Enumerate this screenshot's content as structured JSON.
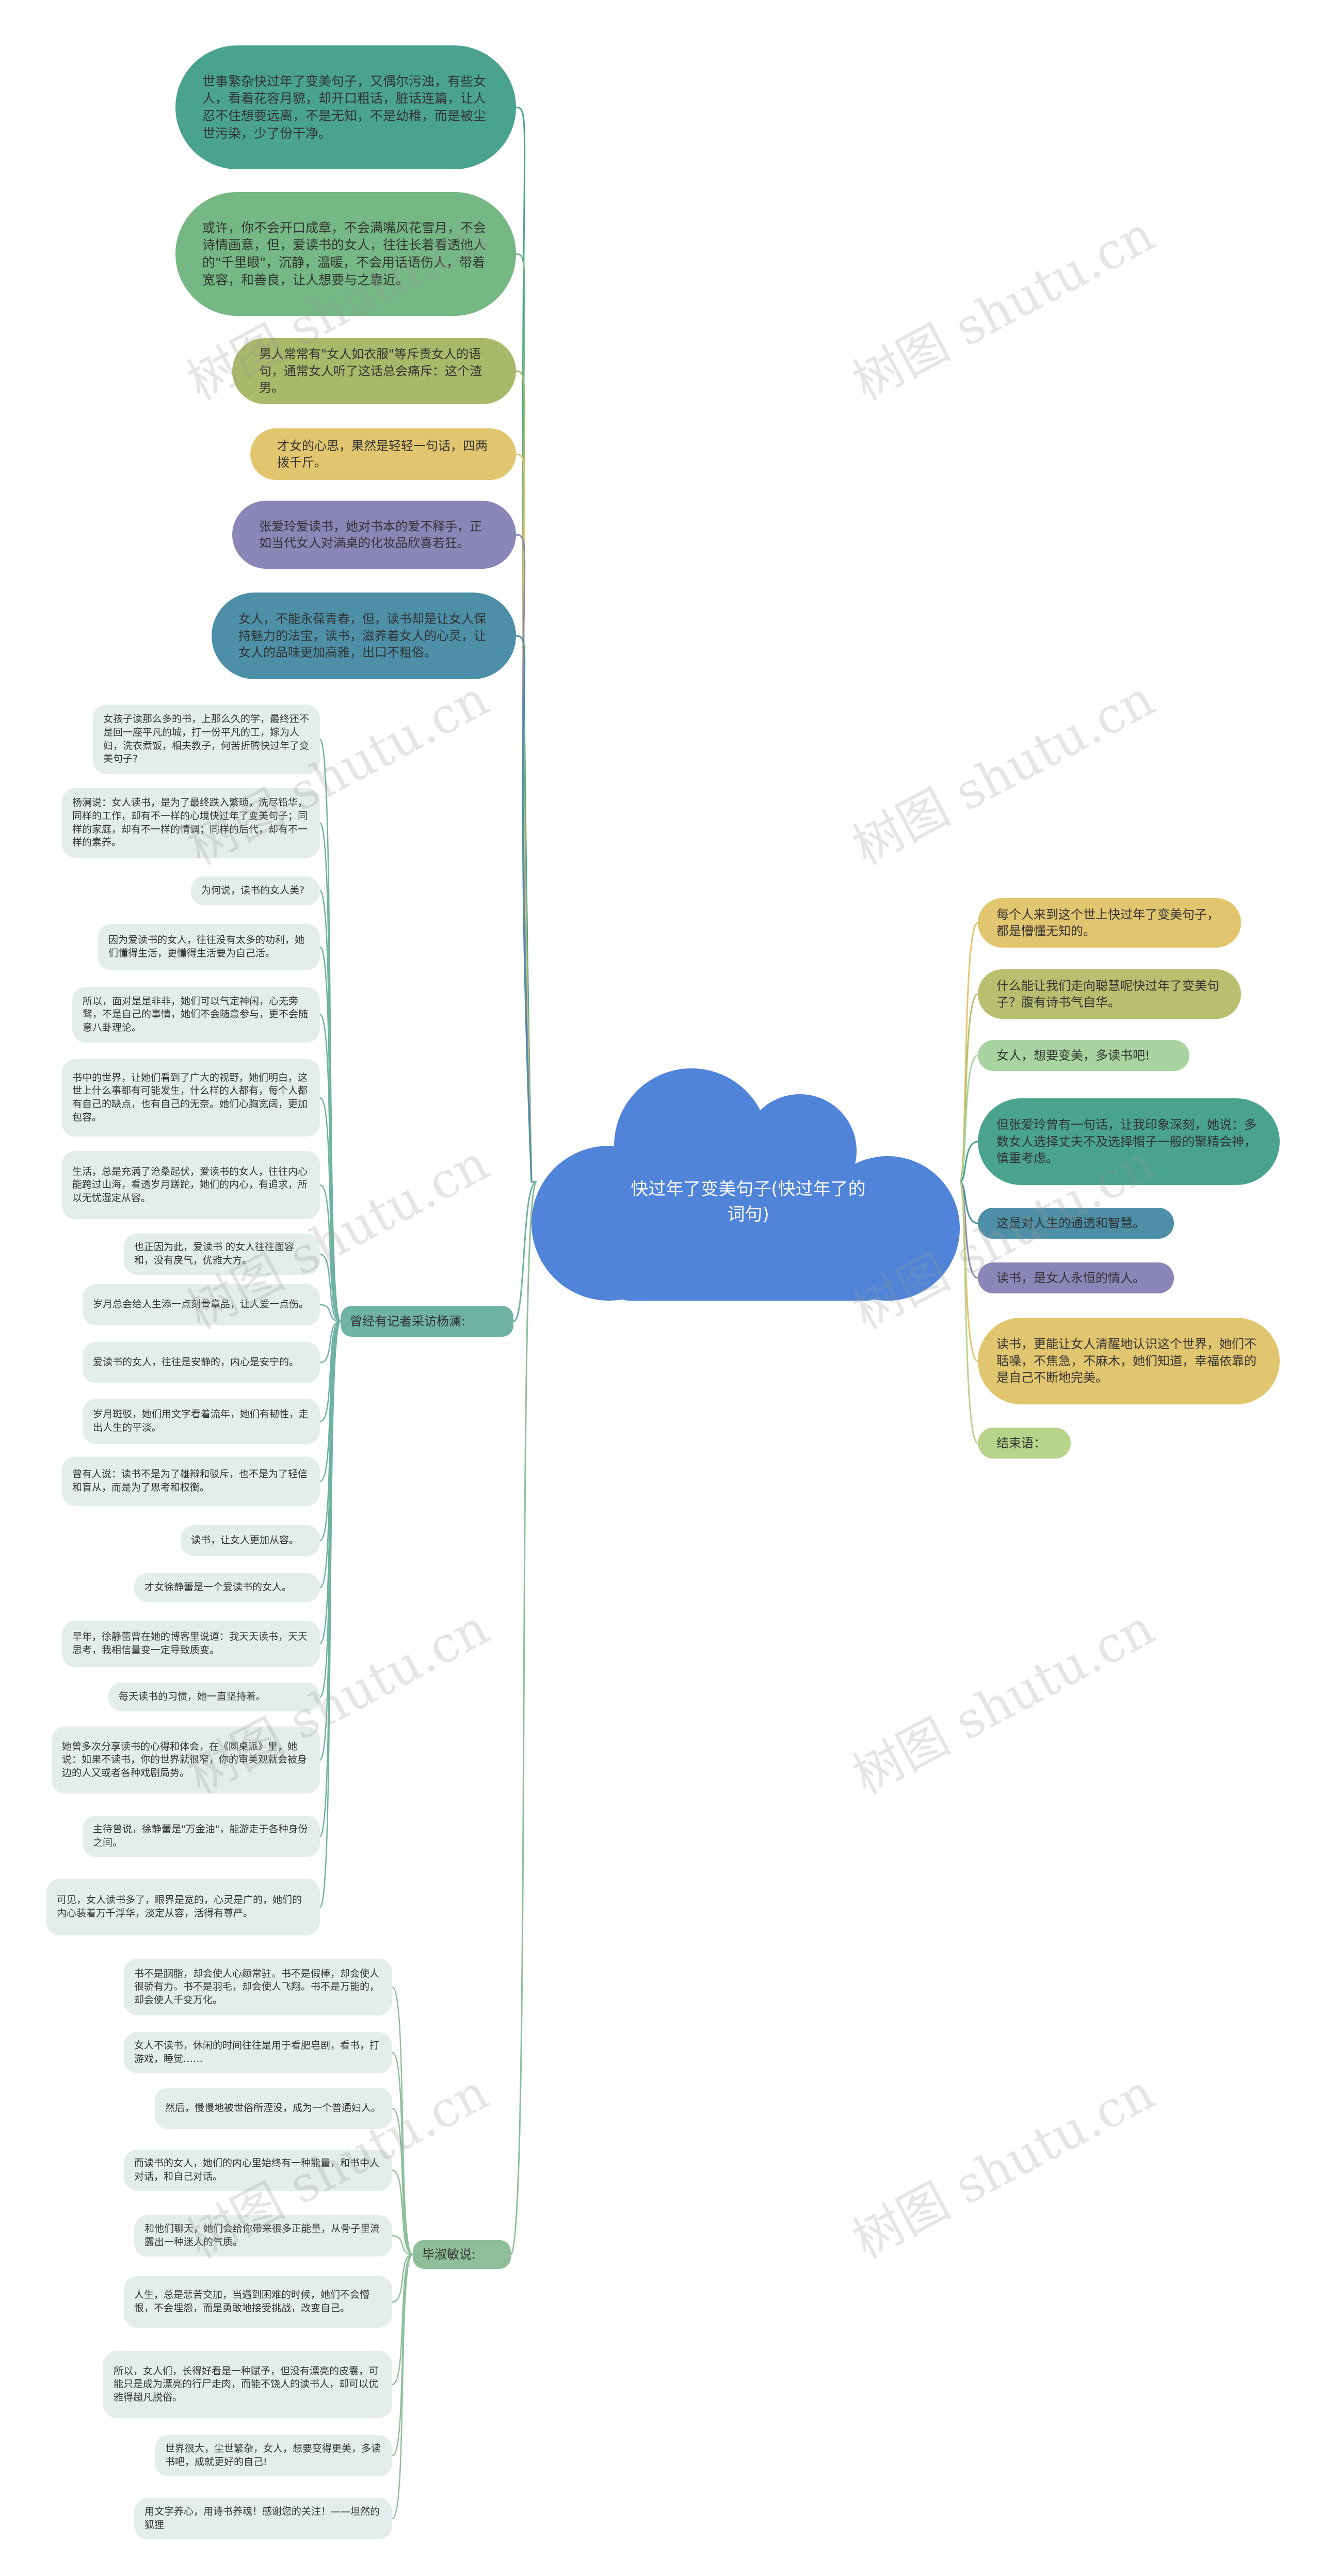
{
  "root": "快过年了变美句子(快过年了的词句)",
  "top_branches": [
    {
      "text": "世事繁杂快过年了变美句子，又偶尔污浊，有些女人，看着花容月貌，却开口粗话，脏话连篇，让人忍不住想要远离，不是无知，不是幼稚，而是被尘世污染，少了份干净。",
      "color": "#4aa38f"
    },
    {
      "text": "或许，你不会开口成章，不会满嘴风花雪月，不会诗情画意，但，爱读书的女人，往往长着看透他人的\"千里眼\"，沉静，温暖，不会用话语伤人，带着宽容，和善良，让人想要与之靠近。",
      "color": "#75b884"
    },
    {
      "text": "男人常常有\"女人如衣服\"等斥责女人的语句，通常女人听了这话总会痛斥：这个渣男。",
      "color": "#a8b96a"
    },
    {
      "text": "才女的心思，果然是轻轻一句话，四两拨千斤。",
      "color": "#e2c56f"
    },
    {
      "text": "张爱玲爱读书，她对书本的爱不释手，正如当代女人对满桌的化妆品欣喜若狂。",
      "color": "#8a86b8"
    },
    {
      "text": "女人，不能永葆青春，但，读书却是让女人保持魅力的法宝，读书，滋养着女人的心灵，让女人的品味更加高雅，出口不粗俗。",
      "color": "#4c8fa6"
    }
  ],
  "right_nodes": [
    {
      "text": "每个人来到这个世上快过年了变美句子，都是懵懂无知的。",
      "color": "#e2c56f"
    },
    {
      "text": "什么能让我们走向聪慧呢快过年了变美句子？腹有诗书气自华。",
      "color": "#b8c070"
    },
    {
      "text": "女人，想要变美，多读书吧!",
      "color": "#a8d4a0"
    },
    {
      "text": "但张爱玲曾有一句话，让我印象深刻，她说：多数女人选择丈夫不及选择帽子一般的聚精会神，慎重考虑。",
      "color": "#4aa38f"
    },
    {
      "text": "这是对人生的通透和智慧。",
      "color": "#4c8fa6"
    },
    {
      "text": "读书，是女人永恒的情人。",
      "color": "#8a86b8"
    },
    {
      "text": "读书，更能让女人清醒地认识这个世界，她们不聒噪，不焦急，不麻木，她们知道，幸福依靠的是自己不断地完美。",
      "color": "#e2c56f"
    },
    {
      "text": "结束语：",
      "color": "#b8d48a"
    }
  ],
  "branch_yang": {
    "label": "曾经有记者采访杨澜:",
    "color": "#6fb3a2",
    "items": [
      "女孩子读那么多的书，上那么久的学，最终还不是回一座平凡的城，打一份平凡的工，嫁为人妇，洗衣煮饭，相夫教子，何苦折腾快过年了变美句子?",
      "杨澜说：女人读书，是为了最终跌入繁琐，洗尽铅华，同样的工作，却有不一样的心境快过年了变美句子；同样的家庭，却有不一样的情调；同样的后代，却有不一样的素养。",
      "为何说，读书的女人美?",
      "因为爱读书的女人，往往没有太多的功利，她们懂得生活，更懂得生活要为自己活。",
      "所以，面对是是非非，她们可以气定神闲，心无旁骛，不是自己的事情，她们不会随意参与，更不会随意八卦理论。",
      "书中的世界，让她们看到了广大的视野，她们明白，这世上什么事都有可能发生，什么样的人都有，每个人都有自己的缺点，也有自己的无奈。她们心胸宽阔，更加包容。",
      "生活，总是充满了沧桑起伏，爱读书的女人，往往内心能跨过山海，看透岁月蹉跎，她们的内心，有追求，所以无忧湿定从容。",
      "也正因为此，爱读书 的女人往往面容和，没有戾气，优雅大方。",
      "岁月总会给人生添一点刻骨章品，让人爱一点伤。",
      "爱读书的女人，往往是安静的，内心是安宁的。",
      "岁月斑驳，她们用文字看着流年，她们有韧性，走出人生的平淡。",
      "曾有人说：读书不是为了雄辩和驳斥，也不是为了轻信和盲从，而是为了思考和权衡。",
      "读书，让女人更加从容。",
      "才女徐静蕾是一个爱读书的女人。",
      "早年，徐静蕾曾在她的博客里说道：我天天读书，天天思考，我相信量变一定导致质变。",
      "每天读书的习惯，她一直坚持着。",
      "她曾多次分享读书的心得和体会，在《圆桌派》里，她说：如果不读书，你的世界就很窄，你的审美观就会被身边的人又或者各种戏剧局势。",
      "主待曾说，徐静蕾是\"万金油\"，能游走于各种身份之间。",
      "可见，女人读书多了，眼界是宽的，心灵是广的，她们的内心装着万千浮华，淡定从容，活得有尊严。"
    ]
  },
  "branch_bi": {
    "label": "毕淑敏说:",
    "color": "#8fbf9a",
    "items": [
      "书不是胭脂，却会使人心颜常驻。书不是假棒，却会使人很骄有力。书不是羽毛，却会使人飞翔。书不是万能的，却会使人千变万化。",
      "女人不读书，休闲的时间往往是用于看肥皂剧，看书，打游戏，睡觉……",
      "然后，慢慢地被世俗所湮没，成为一个普通妇人。",
      "而读书的女人，她们的内心里始终有一种能量，和书中人对话，和自己对话。",
      "和他们聊天，她们会给你带来很多正能量，从骨子里流露出一种迷人的气质。",
      "人生，总是悲苦交加，当遇到困难的时候，她们不会懵恨，不会埋怨，而是勇敢地接受挑战，改变自己。",
      "所以，女人们，长得好看是一种赋予，但没有漂亮的皮囊，可能只是成为漂亮的行尸走肉，而能不饶人的读书人，却可以优雅得超凡脱俗。",
      "世界很大，尘世繁杂，女人，想要变得更美，多读书吧，成就更好的自己!",
      "用文字养心，用诗书养魂！感谢您的关注！——坦然的狐狸"
    ]
  },
  "watermark": "树图 shutu.cn"
}
